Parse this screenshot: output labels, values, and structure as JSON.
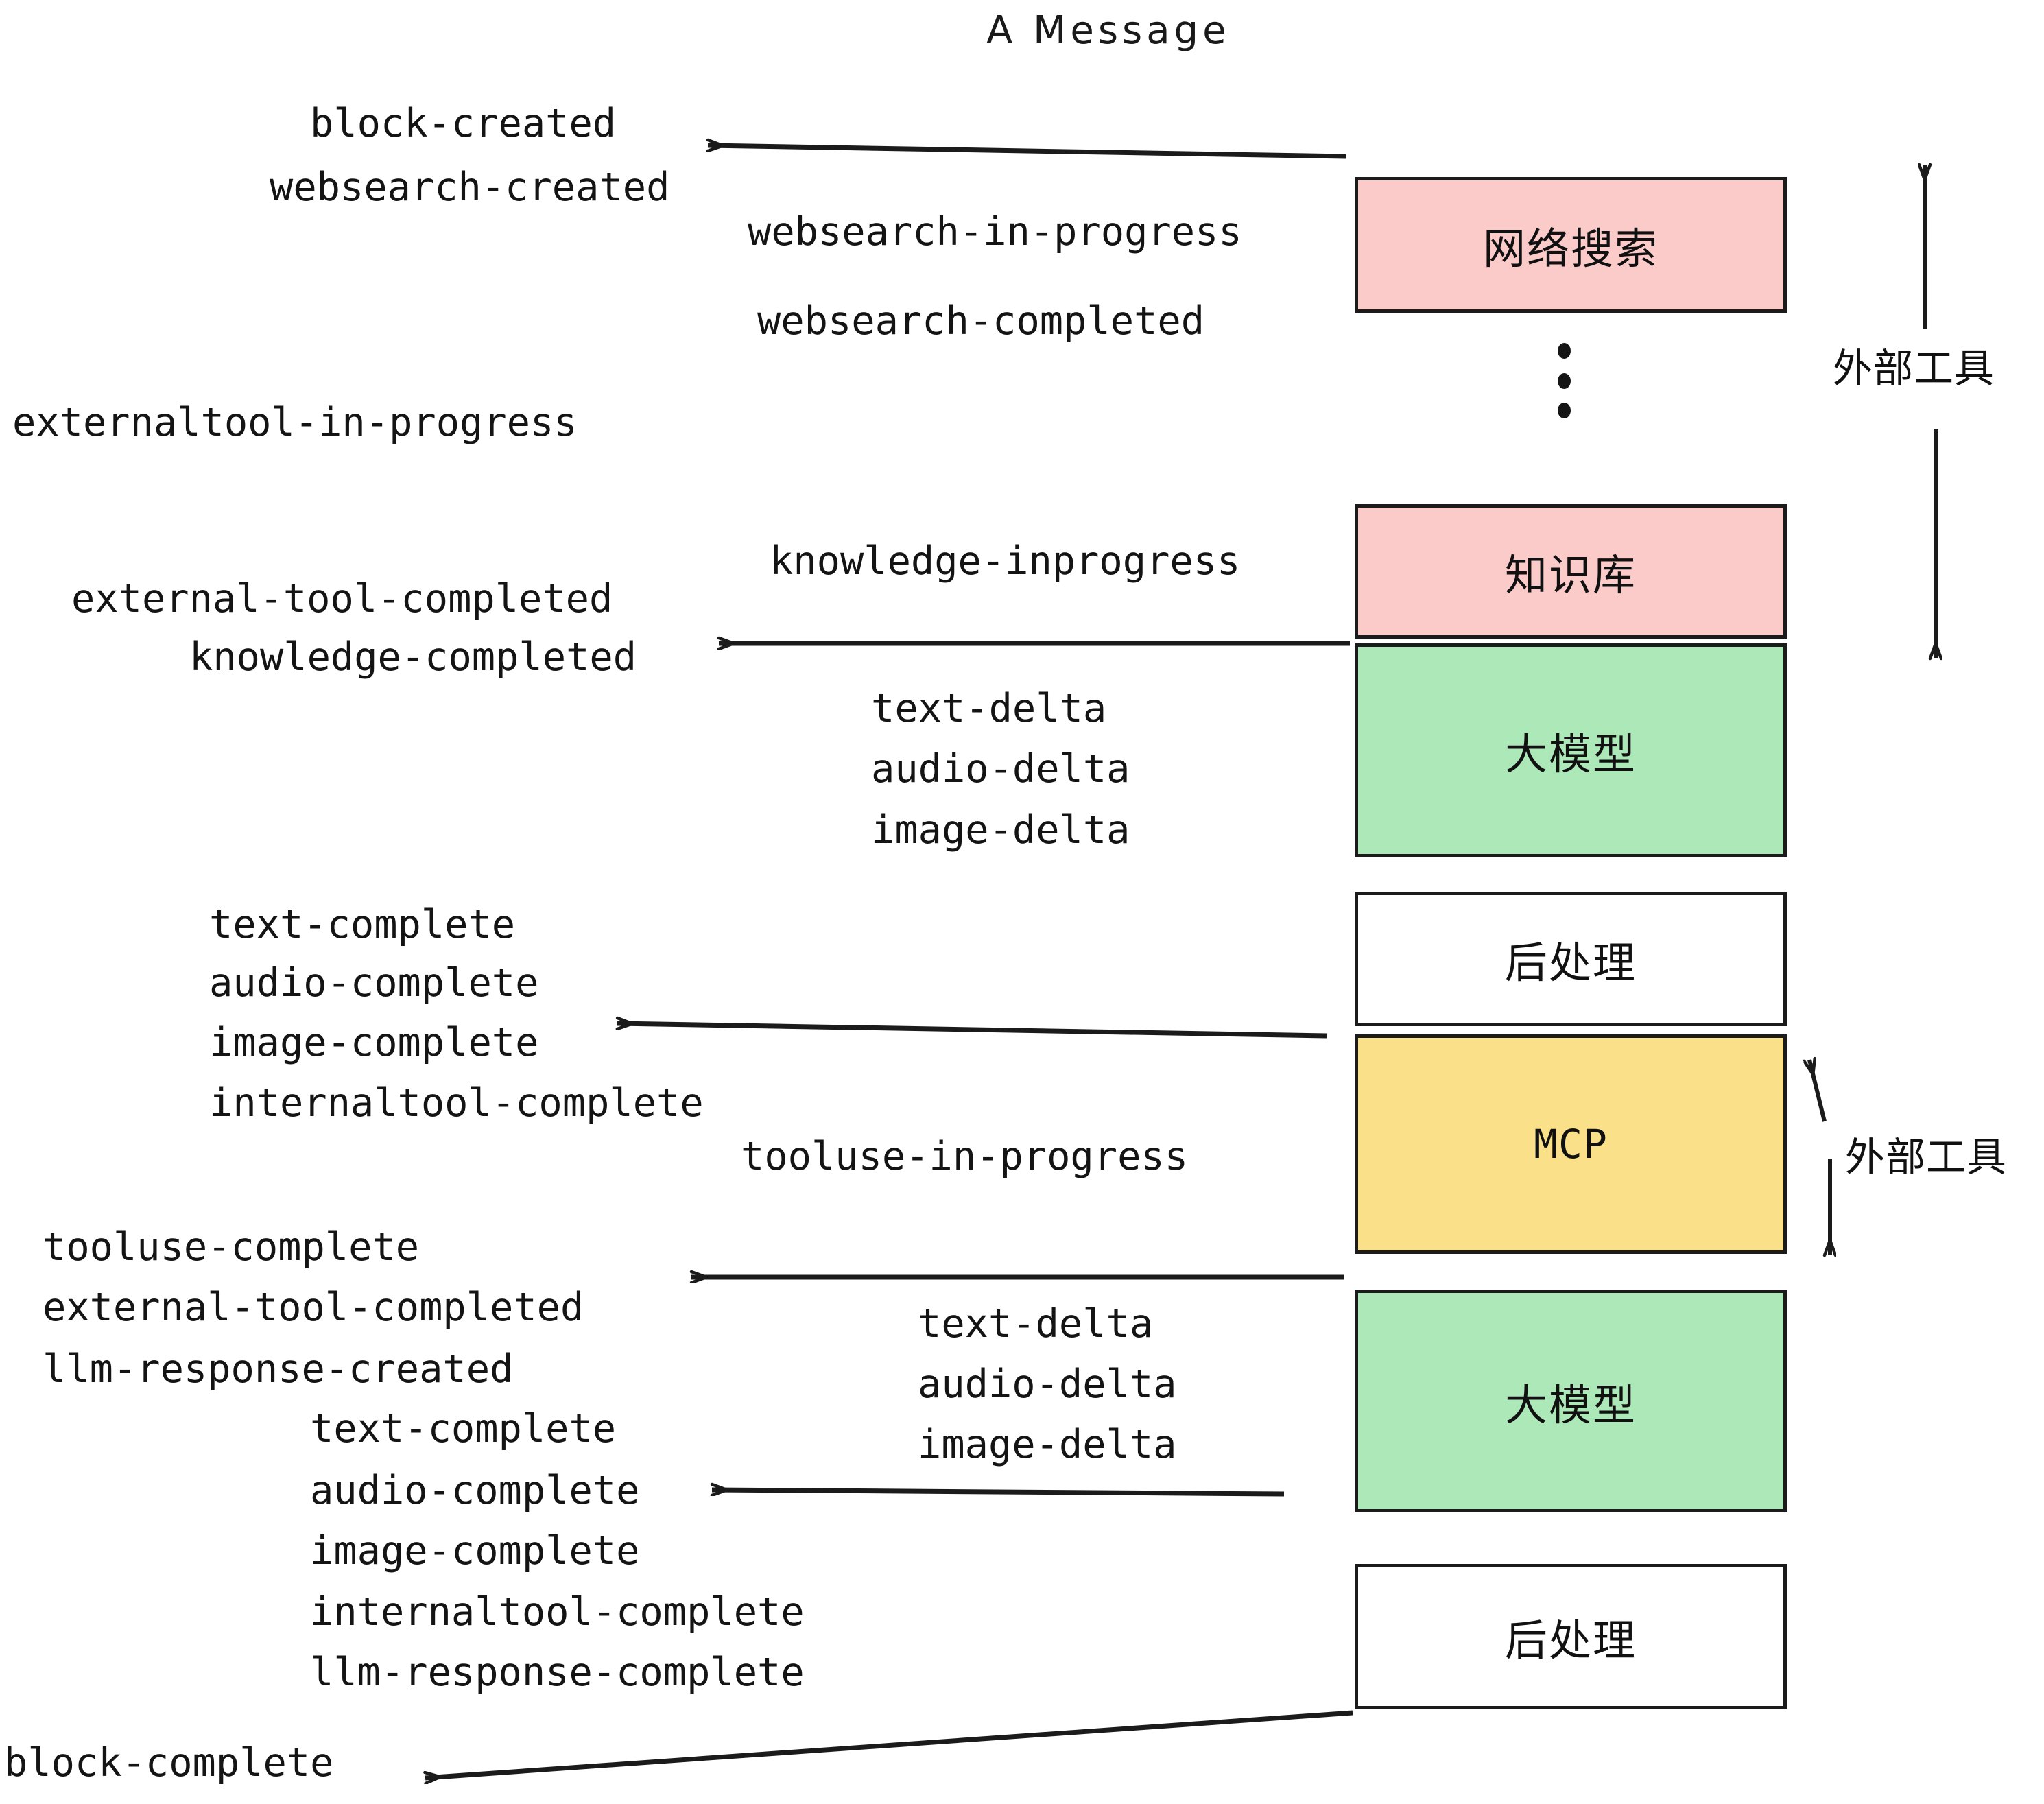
{
  "diagram": {
    "title": "A Message",
    "boxes": [
      {
        "id": "websearch",
        "label": "网络搜索",
        "color": "#FBCBC9",
        "kind": "cn"
      },
      {
        "id": "knowledge",
        "label": "知识库",
        "color": "#FBCBC9",
        "kind": "cn"
      },
      {
        "id": "llm-1",
        "label": "大模型",
        "color": "#ADE8B8",
        "kind": "cn"
      },
      {
        "id": "postproc-1",
        "label": "后处理",
        "color": "#FFFFFF",
        "kind": "cn"
      },
      {
        "id": "mcp",
        "label": "MCP",
        "color": "#FBE08A",
        "kind": "en"
      },
      {
        "id": "llm-2",
        "label": "大模型",
        "color": "#ADE8B8",
        "kind": "cn"
      },
      {
        "id": "postproc-2",
        "label": "后处理",
        "color": "#FFFFFF",
        "kind": "cn"
      }
    ],
    "side_labels": [
      {
        "id": "external-tools-top",
        "text": "外部工具"
      },
      {
        "id": "external-tools-bottom",
        "text": "外部工具"
      }
    ],
    "events": [
      {
        "id": "block-created",
        "text": "block-created"
      },
      {
        "id": "websearch-created",
        "text": "websearch-created"
      },
      {
        "id": "websearch-in-progress",
        "text": "websearch-in-progress"
      },
      {
        "id": "websearch-completed",
        "text": "websearch-completed"
      },
      {
        "id": "externaltool-in-progress",
        "text": "externaltool-in-progress"
      },
      {
        "id": "knowledge-inprogress",
        "text": "knowledge-inprogress"
      },
      {
        "id": "external-tool-completed-1",
        "text": "external-tool-completed"
      },
      {
        "id": "knowledge-completed",
        "text": "knowledge-completed"
      },
      {
        "id": "text-delta-1",
        "text": "text-delta"
      },
      {
        "id": "audio-delta-1",
        "text": "audio-delta"
      },
      {
        "id": "image-delta-1",
        "text": "image-delta"
      },
      {
        "id": "text-complete-1",
        "text": "text-complete"
      },
      {
        "id": "audio-complete-1",
        "text": "audio-complete"
      },
      {
        "id": "image-complete-1",
        "text": "image-complete"
      },
      {
        "id": "internaltool-complete-1",
        "text": "internaltool-complete"
      },
      {
        "id": "tooluse-in-progress",
        "text": "tooluse-in-progress"
      },
      {
        "id": "tooluse-complete",
        "text": "tooluse-complete"
      },
      {
        "id": "external-tool-completed-2",
        "text": "external-tool-completed"
      },
      {
        "id": "llm-response-created",
        "text": "llm-response-created"
      },
      {
        "id": "text-delta-2",
        "text": "text-delta"
      },
      {
        "id": "audio-delta-2",
        "text": "audio-delta"
      },
      {
        "id": "image-delta-2",
        "text": "image-delta"
      },
      {
        "id": "text-complete-2",
        "text": "text-complete"
      },
      {
        "id": "audio-complete-2",
        "text": "audio-complete"
      },
      {
        "id": "image-complete-2",
        "text": "image-complete"
      },
      {
        "id": "internaltool-complete-2",
        "text": "internaltool-complete"
      },
      {
        "id": "llm-response-complete",
        "text": "llm-response-complete"
      },
      {
        "id": "block-complete",
        "text": "block-complete"
      }
    ],
    "colors": {
      "stroke": "#1b1b1b",
      "pink": "#FBCBC9",
      "green": "#ADE8B8",
      "yellow": "#FBE08A",
      "white": "#FFFFFF",
      "text": "#141414"
    }
  }
}
